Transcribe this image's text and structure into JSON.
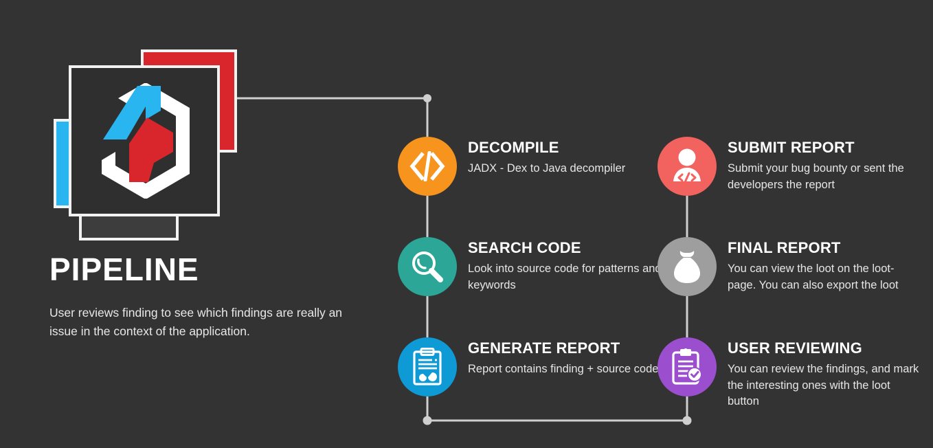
{
  "background_color": "#333333",
  "brand": {
    "logo_name": "app-logo-hexagon",
    "card_colors": {
      "blue": "#29b6f0",
      "red": "#d8262c",
      "dark": "#2f2f2f",
      "grey": "#3d3d3d",
      "border": "#f2f2f2"
    }
  },
  "headline": {
    "title": "PIPELINE",
    "description": "User reviews finding to see which findings are really an issue in the context of the application."
  },
  "connector": {
    "color": "#cfcfcf",
    "dot_color": "#cfcfcf"
  },
  "steps": [
    {
      "id": "decompile",
      "icon": "code-brackets-icon",
      "color": "#f7941d",
      "title": "DECOMPILE",
      "description": "JADX - Dex to Java decompiler"
    },
    {
      "id": "search-code",
      "icon": "magnifier-icon",
      "color": "#2ba697",
      "title": "SEARCH CODE",
      "description": "Look into source code for patterns and keywords"
    },
    {
      "id": "generate-report",
      "icon": "clipboard-chart-icon",
      "color": "#0e9ad4",
      "title": "GENERATE REPORT",
      "description": "Report contains finding + source code"
    },
    {
      "id": "submit-report",
      "icon": "user-code-icon",
      "color": "#f2635f",
      "title": "SUBMIT REPORT",
      "description": "Submit your bug bounty or sent the developers the report"
    },
    {
      "id": "final-report",
      "icon": "money-bag-icon",
      "color": "#9e9e9e",
      "title": "FINAL REPORT",
      "description": "You can view the loot on the loot-page. You can also export the loot"
    },
    {
      "id": "user-reviewing",
      "icon": "clipboard-check-icon",
      "color": "#9b4fce",
      "title": "USER REVIEWING",
      "description": "You can review the findings, and mark the interesting ones with the loot button"
    }
  ]
}
